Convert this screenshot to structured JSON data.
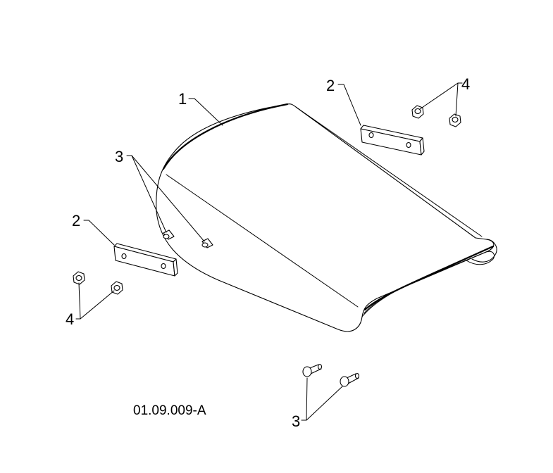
{
  "diagram": {
    "reference_code": "01.09.009-A",
    "callouts": {
      "seat_cover": "1",
      "bracket": "2",
      "bolt": "3",
      "nut": "4"
    }
  }
}
